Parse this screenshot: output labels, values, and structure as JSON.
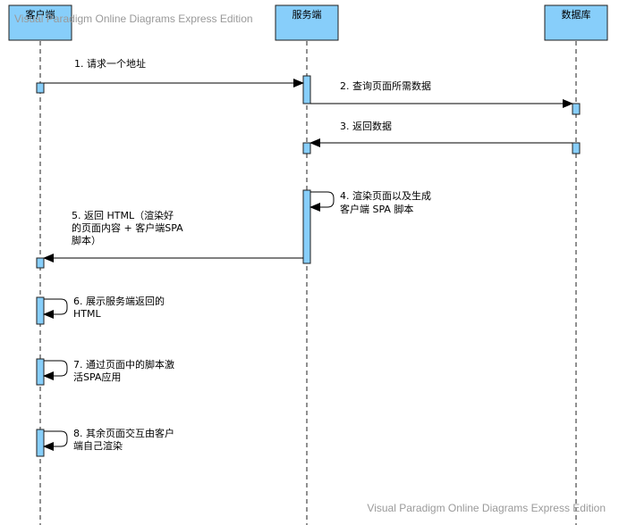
{
  "watermark": {
    "text": "Visual Paradigm Online Diagrams Express Edition"
  },
  "participants": [
    {
      "id": "client",
      "label": "客户端"
    },
    {
      "id": "server",
      "label": "服务端"
    },
    {
      "id": "db",
      "label": "数据库"
    }
  ],
  "messages": [
    {
      "from": "client",
      "to": "server",
      "lines": [
        "1. 请求一个地址"
      ]
    },
    {
      "from": "server",
      "to": "db",
      "lines": [
        "2. 查询页面所需数据"
      ]
    },
    {
      "from": "db",
      "to": "server",
      "lines": [
        "3. 返回数据"
      ]
    },
    {
      "from": "server",
      "to": "server",
      "lines": [
        "4. 渲染页面以及生成",
        "客户端 SPA 脚本"
      ]
    },
    {
      "from": "server",
      "to": "client",
      "lines": [
        "5. 返回 HTML（渲染好",
        "的页面内容 + 客户端SPA",
        "脚本）"
      ]
    },
    {
      "from": "client",
      "to": "client",
      "lines": [
        "6. 展示服务端返回的",
        "HTML"
      ]
    },
    {
      "from": "client",
      "to": "client",
      "lines": [
        "7. 通过页面中的脚本激",
        "活SPA应用"
      ]
    },
    {
      "from": "client",
      "to": "client",
      "lines": [
        "8. 其余页面交互由客户",
        "端自己渲染"
      ]
    }
  ],
  "colors": {
    "fill": "#87CEFA",
    "line": "#000000",
    "watermark": "#9a9a9a"
  }
}
